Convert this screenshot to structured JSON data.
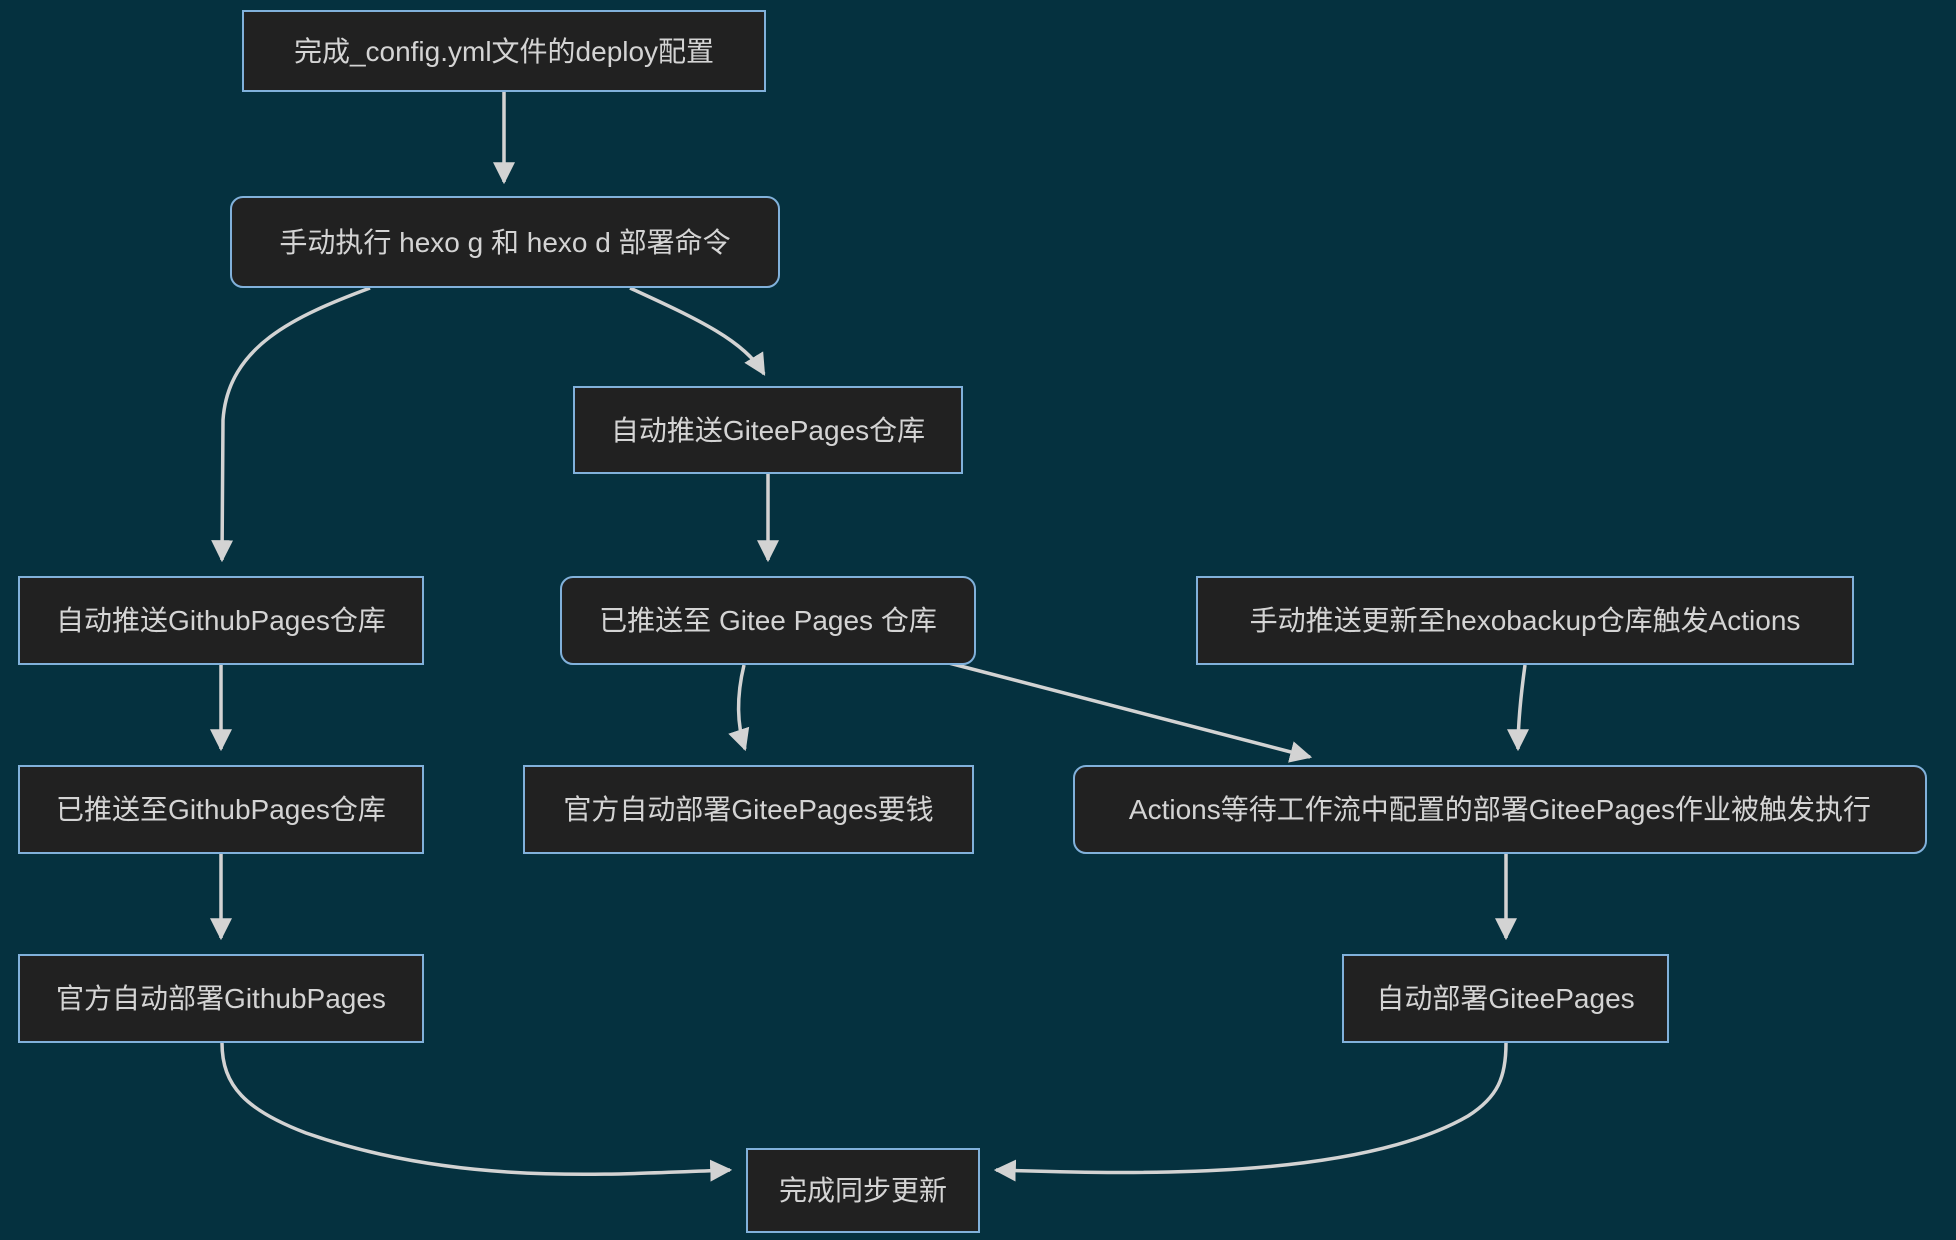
{
  "diagram": {
    "type": "flowchart",
    "direction": "top-down",
    "colors": {
      "background": "#05313f",
      "node_fill": "#212121",
      "node_border": "#81b1db",
      "node_text": "#d4d4d4",
      "edge": "#d3d3d3"
    },
    "nodes": [
      {
        "id": "deploy-config",
        "label": "完成_config.yml文件的deploy配置",
        "shape": "rect"
      },
      {
        "id": "hexo-commands",
        "label": "手动执行 hexo g 和 hexo d 部署命令",
        "shape": "rounded"
      },
      {
        "id": "push-gitee-repo",
        "label": "自动推送GiteePages仓库",
        "shape": "rect"
      },
      {
        "id": "push-github-repo",
        "label": "自动推送GithubPages仓库",
        "shape": "rect"
      },
      {
        "id": "pushed-gitee-repo",
        "label": "已推送至 Gitee Pages 仓库",
        "shape": "rounded"
      },
      {
        "id": "manual-push-hexobackup",
        "label": "手动推送更新至hexobackup仓库触发Actions",
        "shape": "rect"
      },
      {
        "id": "pushed-github-repo",
        "label": "已推送至GithubPages仓库",
        "shape": "rect"
      },
      {
        "id": "official-gitee-paid",
        "label": "官方自动部署GiteePages要钱",
        "shape": "rect"
      },
      {
        "id": "actions-job-triggered",
        "label": "Actions等待工作流中配置的部署GiteePages作业被触发执行",
        "shape": "rounded"
      },
      {
        "id": "official-deploy-github",
        "label": "官方自动部署GithubPages",
        "shape": "rect"
      },
      {
        "id": "auto-deploy-gitee",
        "label": "自动部署GiteePages",
        "shape": "rect"
      },
      {
        "id": "sync-complete",
        "label": "完成同步更新",
        "shape": "rect"
      }
    ],
    "edges": [
      {
        "from": "deploy-config",
        "to": "hexo-commands"
      },
      {
        "from": "hexo-commands",
        "to": "push-github-repo"
      },
      {
        "from": "hexo-commands",
        "to": "push-gitee-repo"
      },
      {
        "from": "push-gitee-repo",
        "to": "pushed-gitee-repo"
      },
      {
        "from": "push-github-repo",
        "to": "pushed-github-repo"
      },
      {
        "from": "pushed-gitee-repo",
        "to": "official-gitee-paid"
      },
      {
        "from": "pushed-gitee-repo",
        "to": "actions-job-triggered"
      },
      {
        "from": "manual-push-hexobackup",
        "to": "actions-job-triggered"
      },
      {
        "from": "pushed-github-repo",
        "to": "official-deploy-github"
      },
      {
        "from": "actions-job-triggered",
        "to": "auto-deploy-gitee"
      },
      {
        "from": "official-deploy-github",
        "to": "sync-complete"
      },
      {
        "from": "auto-deploy-gitee",
        "to": "sync-complete"
      }
    ]
  }
}
